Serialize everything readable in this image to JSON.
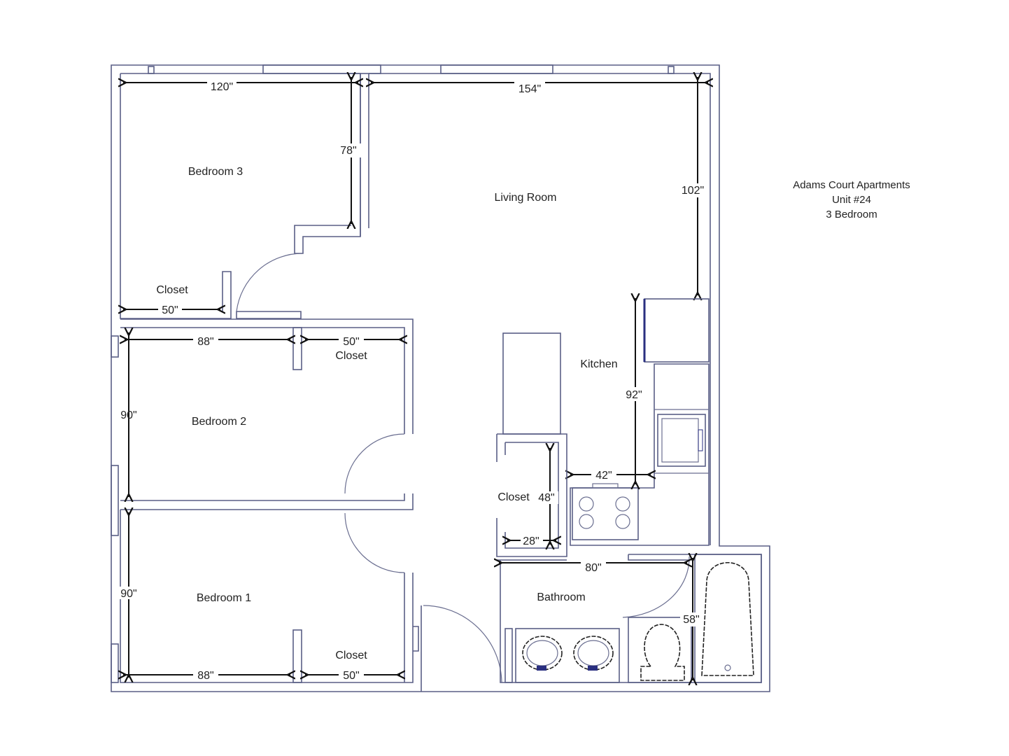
{
  "title": {
    "line1": "Adams Court Apartments",
    "line2": "Unit #24",
    "line3": "3 Bedroom"
  },
  "rooms": {
    "bedroom3": "Bedroom 3",
    "bedroom2": "Bedroom 2",
    "bedroom1": "Bedroom 1",
    "living": "Living Room",
    "kitchen": "Kitchen",
    "bathroom": "Bathroom",
    "closet_b3": "Closet",
    "closet_b2": "Closet",
    "closet_b1": "Closet",
    "closet_hall": "Closet"
  },
  "dimensions": {
    "b3_width": "120\"",
    "b3_depth": "78\"",
    "b3_closet": "50\"",
    "living_width": "154\"",
    "living_depth": "102\"",
    "b2_width": "88\"",
    "b2_closet": "50\"",
    "b2_depth": "90\"",
    "b1_depth": "90\"",
    "b1_width": "88\"",
    "b1_closet": "50\"",
    "kitchen_depth": "92\"",
    "kitchen_width": "42\"",
    "hall_closet_depth": "48\"",
    "hall_closet_width": "28\"",
    "bath_width": "80\"",
    "bath_depth": "58\""
  },
  "colors": {
    "wall": "#5a5f86",
    "dimension": "#111111"
  }
}
